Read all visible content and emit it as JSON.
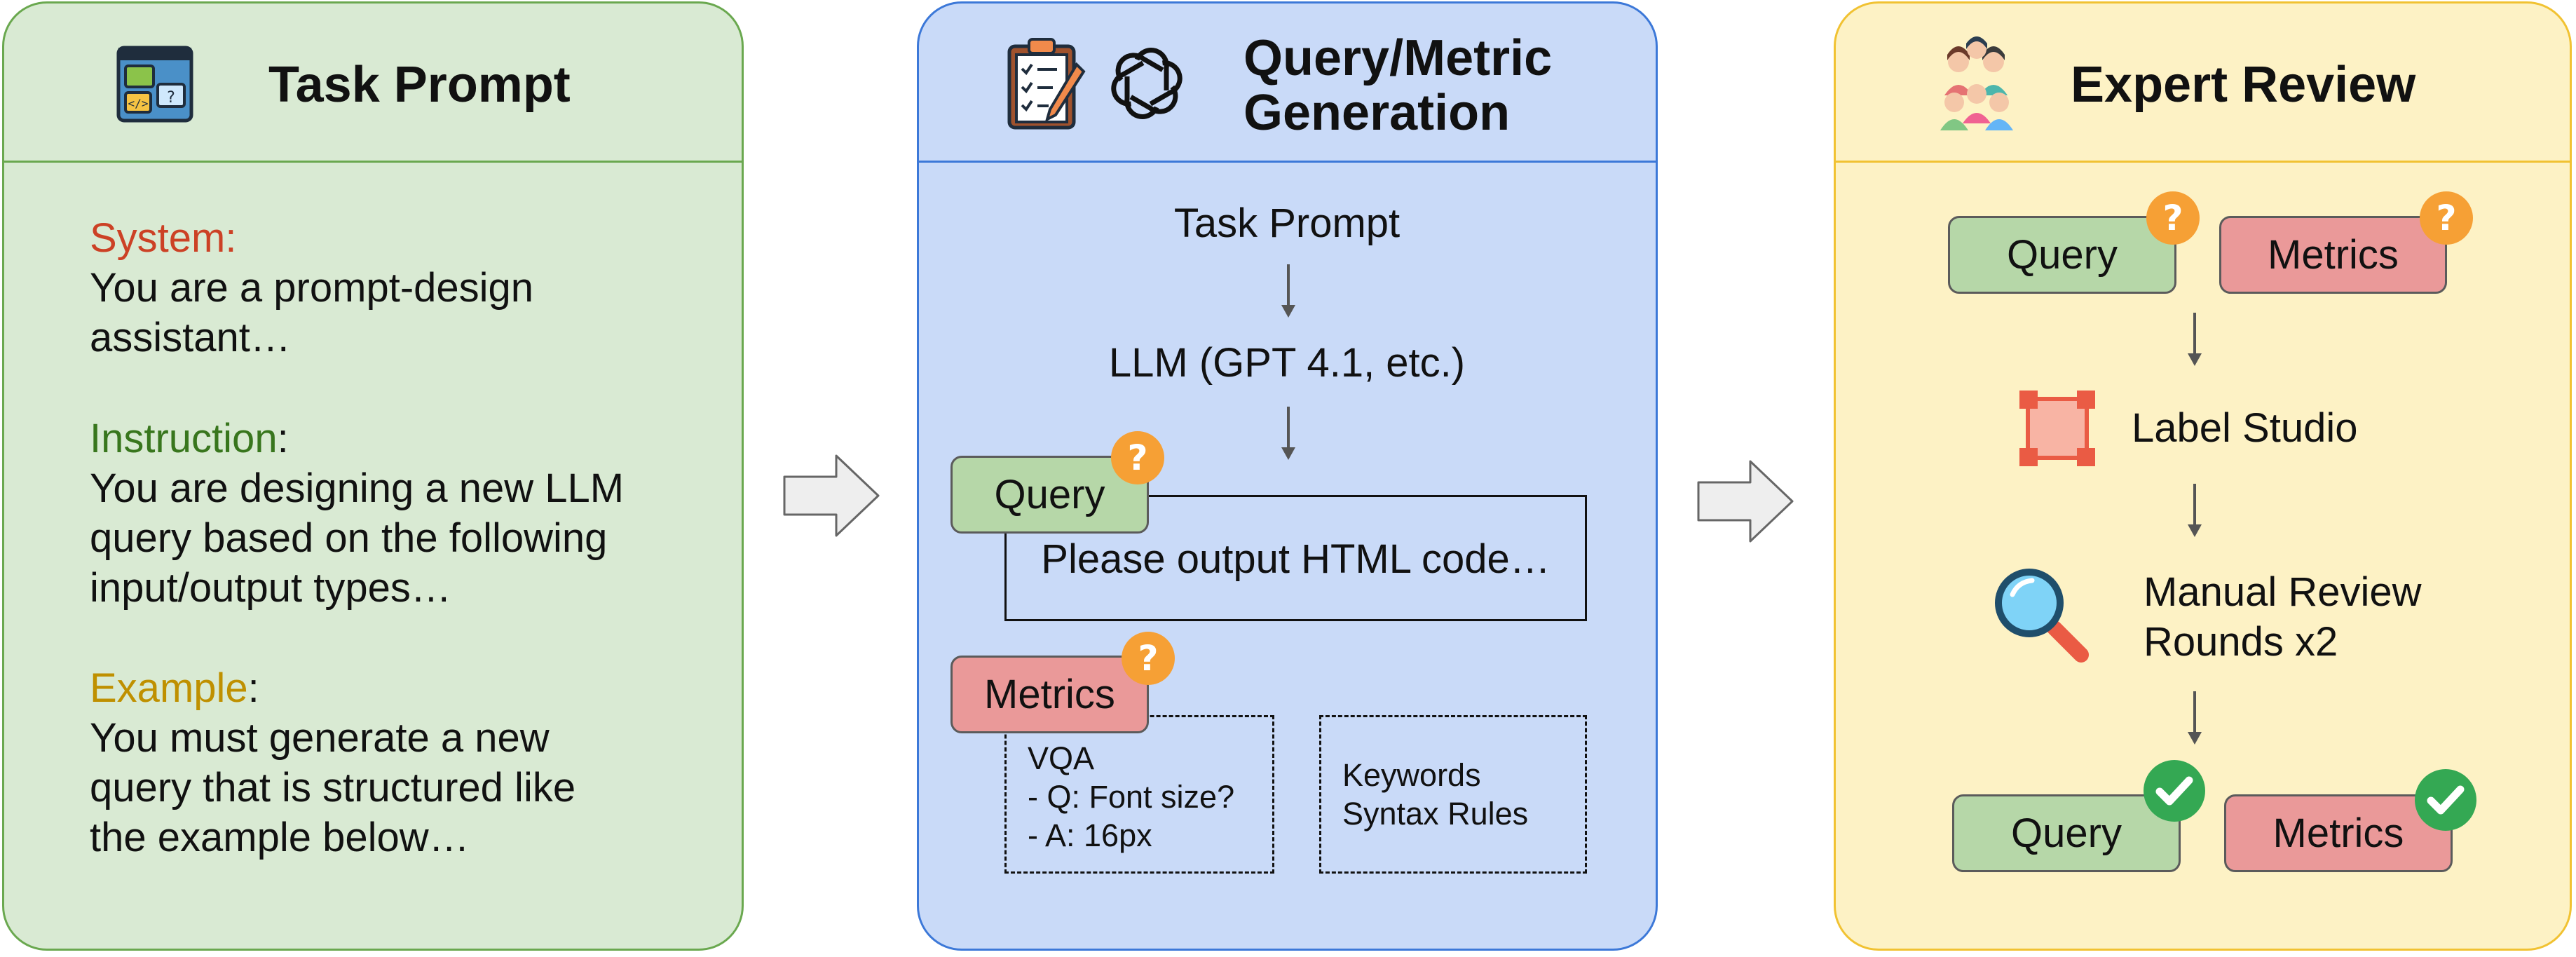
{
  "colors": {
    "panel1_fill": "#d9ead3",
    "panel1_stroke": "#6aa84f",
    "panel2_fill": "#c9daf8",
    "panel2_stroke": "#3c78d8",
    "panel3_fill": "#fdf2c5",
    "panel3_stroke": "#f1c232",
    "system_label": "#cc4125",
    "instruction_label": "#38761d",
    "example_label": "#bf9000",
    "query_tag": "#b6d7a8",
    "metrics_tag": "#ea9999",
    "question_badge": "#f6a035",
    "check_badge": "#34a853"
  },
  "panel1": {
    "title": "Task Prompt",
    "icon": "web-design-icon",
    "sections": [
      {
        "label": "System",
        "text_lines": [
          "You are a prompt-design",
          "assistant…"
        ]
      },
      {
        "label": "Instruction",
        "text_lines": [
          "You are designing a new LLM",
          "query based on the following",
          "input/output types…"
        ]
      },
      {
        "label": "Example",
        "text_lines": [
          "You must generate a new",
          "query that is structured like",
          "the example below…"
        ]
      }
    ]
  },
  "panel2": {
    "title_lines": [
      "Query/Metric",
      "Generation"
    ],
    "icons": [
      "clipboard-checklist-icon",
      "openai-logo-icon"
    ],
    "step1": "Task Prompt",
    "step2": "LLM (GPT 4.1, etc.)",
    "query_tag": "Query",
    "query_text": "Please output HTML code…",
    "metrics_tag": "Metrics",
    "vqa_lines": [
      "VQA",
      "- Q: Font size?",
      "- A: 16px"
    ],
    "rules_lines": [
      "Keywords",
      "Syntax Rules"
    ]
  },
  "panel3": {
    "title": "Expert Review",
    "icons": [
      "team-icon",
      "label-studio-icon",
      "magnifier-icon"
    ],
    "query_tag": "Query",
    "metrics_tag": "Metrics",
    "label_studio": "Label Studio",
    "review_lines": [
      "Manual Review",
      "Rounds x2"
    ],
    "final_query": "Query",
    "final_metrics": "Metrics"
  }
}
